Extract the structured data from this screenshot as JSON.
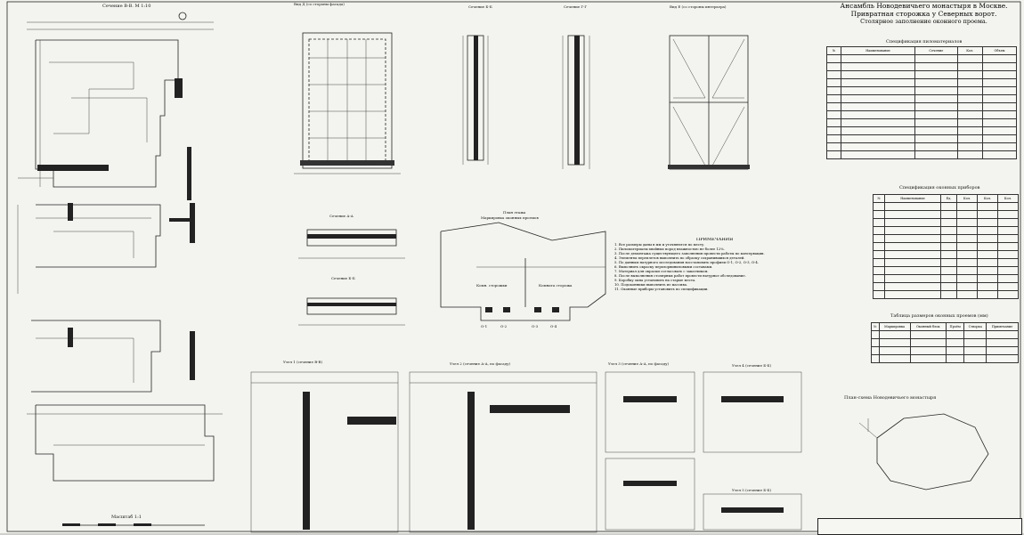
{
  "title_block": {
    "line1": "Ансамбль Новодевичьего монастыря в Москве.",
    "line2": "Привратная сторожка у Северных ворот.",
    "line3": "Столярное заполнение оконного проема."
  },
  "tables": {
    "materials_title": "Спецификация пиломатериалов",
    "devices_title": "Спецификация оконных приборов",
    "sizes_title": "Таблица размеров оконных проемов (мм)",
    "materials_header": [
      "№",
      "Наименование",
      "Сечение",
      "Кол.",
      "Объем"
    ],
    "devices_header": [
      "№",
      "Наименование",
      "Ед.",
      "Кол.",
      "Кол.",
      "Кол."
    ],
    "sizes_header": [
      "№",
      "Маркировка",
      "Оконный блок",
      "Проём",
      "Створка",
      "Примечание"
    ]
  },
  "drawing_labels": {
    "section_vv": "Сечение В-В. М 1:10",
    "view_d": "Вид Д (со стороны фасада)",
    "section_b": "Сечение Б-Б",
    "section_g": "Сечение Г-Г",
    "view_e": "Вид Е (со стороны интерьера)",
    "section_aa": "Сечение А-А",
    "section_bb": "Сечение Б-Б",
    "plan_title": "План этажа",
    "plan_subtitle": "Маркировка оконных проемов",
    "room1": "Комн. сторожки",
    "room2": "Комната сторожа",
    "node1": "Узел 1 (сечение В-В)",
    "node2": "Узел 2 (сечение А-А, по фасаду)",
    "node3": "Узел 3 (сечение А-А, по фасаду)",
    "node4": "Узел 4 (сечение Б-Б)",
    "node5": "Узел 5 (сечение Б-Б)",
    "site_plan": "План-схема Новодевичьего монастыря",
    "scale": "Масштаб 1:1",
    "notes_title": "ПРИМЕЧАНИЯ"
  },
  "window_marks": [
    "О-1",
    "О-2",
    "О-3",
    "О-4"
  ],
  "notes": [
    "1. Все размеры даны в мм и уточняются по месту.",
    "2. Пиломатериалы хвойных пород влажностью не более 12%.",
    "3. После демонтажа существующего заполнения провести работы по консервации.",
    "4. Элементы переплетов выполнить по образцу сохранившихся деталей.",
    "5. По данным натурного исследования восстановить профили О-1, О-2, О-3, О-4.",
    "6. Выполнить окраску перхлорвиниловыми составами.",
    "7. Материал для окраски согласовать с заказчиком.",
    "8. После выполнения столярных работ провести натурное обследование.",
    "9. Коробку окна установить на старые места.",
    "10. Подоконники выполнить из массива.",
    "11. Оконные приборы установить по спецификации."
  ]
}
